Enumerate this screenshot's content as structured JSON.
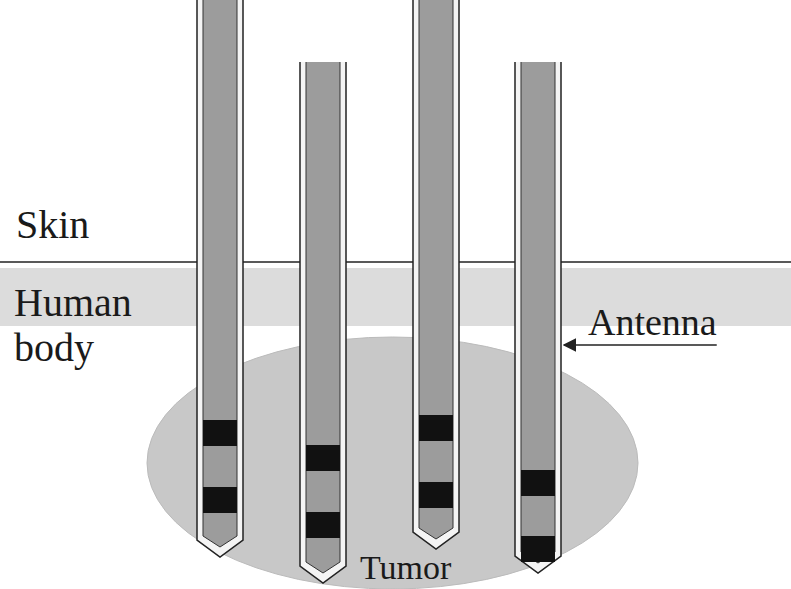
{
  "diagram": {
    "nodes": [
      {
        "text": [
          "Tumor"
        ]
      }
    ],
    "labels": [
      "Skin",
      "Human body",
      "Antenna"
    ]
  }
}
